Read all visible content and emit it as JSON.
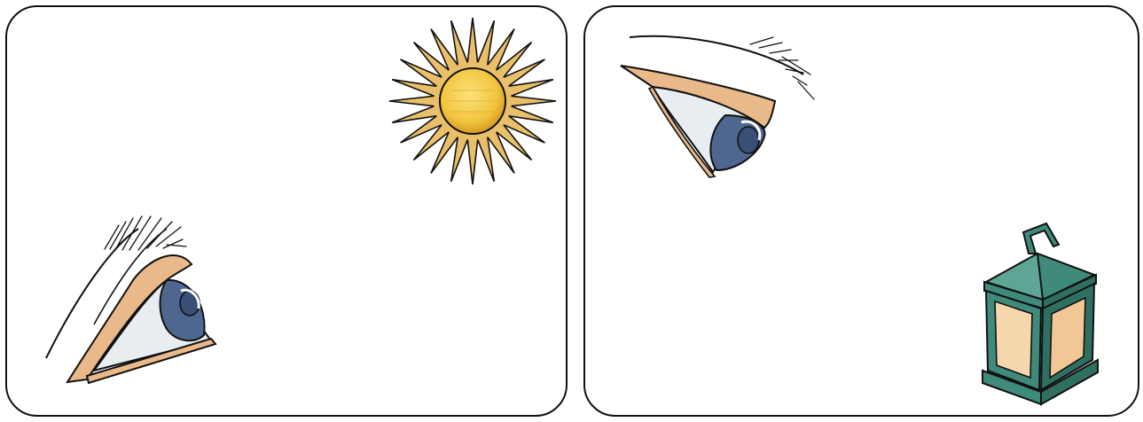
{
  "panels": [
    {
      "id": "left",
      "contents": [
        "eye",
        "sun"
      ]
    },
    {
      "id": "right",
      "contents": [
        "eye",
        "lantern"
      ]
    }
  ],
  "colors": {
    "outline": "#111111",
    "skin": "#e9b98a",
    "eye_white": "#e8edf2",
    "iris": "#4f6790",
    "sun_core": "#f2c53f",
    "sun_ray": "#e9bf6a",
    "lantern_metal": "#3f8a7a",
    "lantern_glass": "#f6d7ad"
  }
}
